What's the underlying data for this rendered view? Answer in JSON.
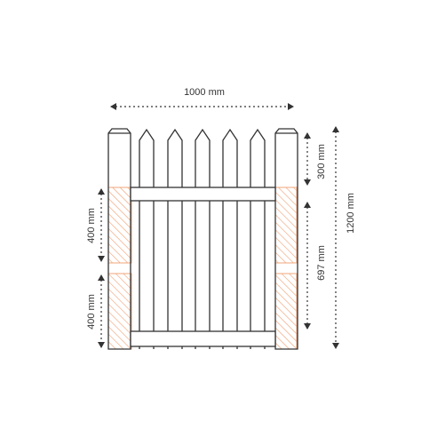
{
  "dimensions": {
    "width_label": "1000 mm",
    "picket_top_label": "300 mm",
    "total_height_label": "1200 mm",
    "lower_gate_label": "697 mm",
    "hinge_upper_label": "400 mm",
    "hinge_lower_label": "400 mm"
  },
  "colors": {
    "line": "#333333",
    "hatch": "#f0a47a",
    "background": "#ffffff"
  }
}
